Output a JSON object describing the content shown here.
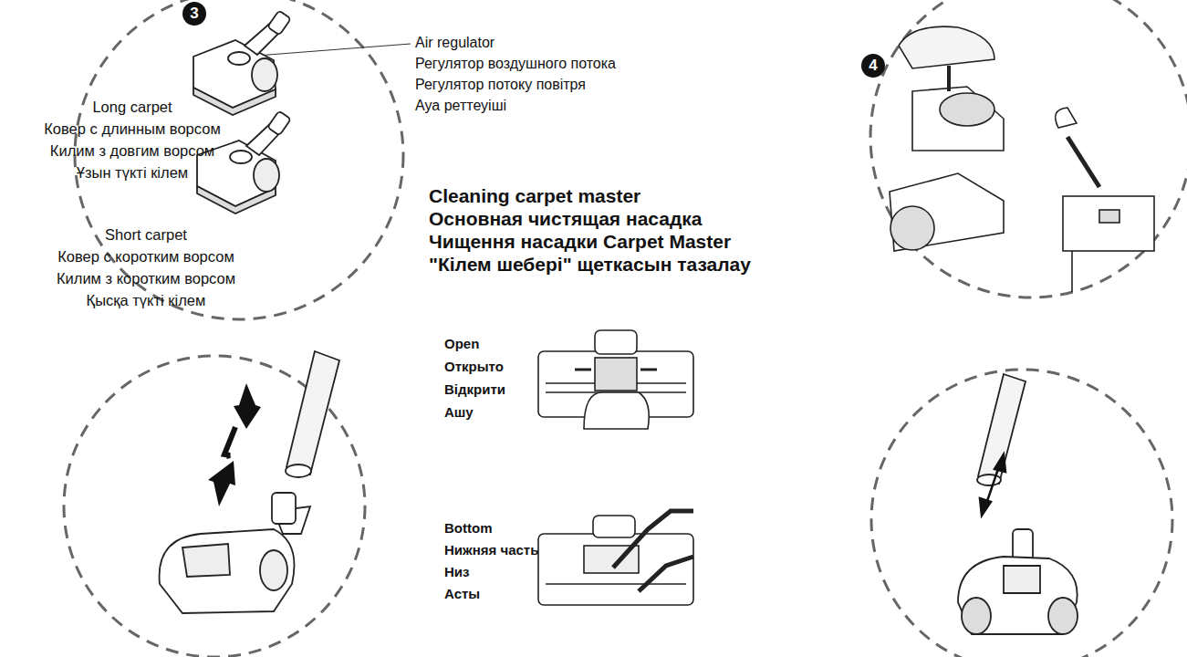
{
  "diagram": {
    "title": "Cleaning carpet master",
    "nodes": [
      {
        "text": [
          "3"
        ]
      },
      {
        "text": [
          "4"
        ]
      }
    ],
    "labels": [
      "Air regulator",
      "Регулятор воздушного потока",
      "Регулятор потоку повітря",
      "Ауа реттеуіші",
      "Long carpet",
      "Ковер с длинным ворсом",
      "Килим з довгим ворсом",
      "Ұзын түкті кілем",
      "Short carpet",
      "Ковер с коротким ворсом",
      "Килим з коротким ворсом",
      "Қысқа түкті кілем",
      "Основная чистящая насадка",
      "Чищення насадки Carpet Master",
      "\"Кілем шебері\" щеткасын тазалау",
      "Open",
      "Открыто",
      "Відкрити",
      "Ашу",
      "Bottom",
      "Нижняя часть",
      "Низ",
      "Асты"
    ]
  }
}
